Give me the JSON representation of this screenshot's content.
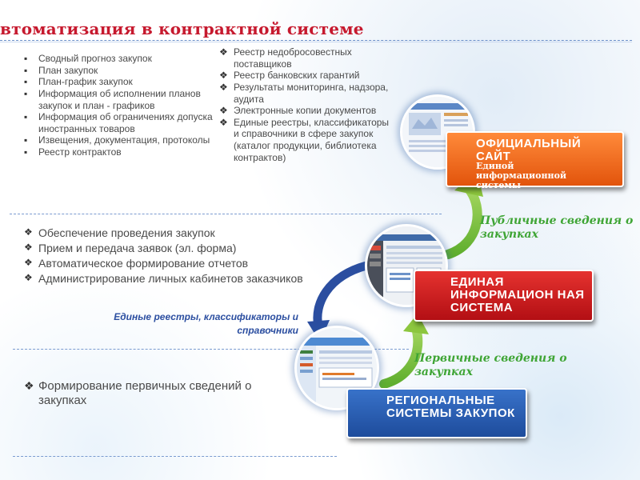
{
  "title": "втоматизация в контрактной системе",
  "list_left_top": [
    "Сводный прогноз закупок",
    "План закупок",
    "План-график закупок",
    "Информация об исполнении планов закупок и план - графиков",
    "Информация об ограничениях допуска иностранных товаров",
    "Извещения, документация, протоколы",
    "Реестр контрактов"
  ],
  "list_right_top": [
    "Реестр недобросовестных поставщиков",
    "Реестр банковских гарантий",
    "Результаты мониторинга, надзора, аудита",
    "Электронные копии документов",
    "Единые реестры, классификаторы и справочники в сфере закупок (каталог продукции, библиотека контрактов)"
  ],
  "list_middle": [
    "Обеспечение проведения закупок",
    "Прием и передача заявок (эл. форма)",
    "Автоматическое формирование отчетов",
    "Администрирование личных кабинетов заказчиков"
  ],
  "list_bottom": [
    "Формирование первичных сведений о закупках"
  ],
  "boxes": {
    "official_main": "ОФИЦИАЛЬНЫЙ САЙТ",
    "official_sub": "Единой информационной системы",
    "eis": "ЕДИНАЯ ИНФОРМАЦИОН НАЯ СИСТЕМА",
    "regional": "РЕГИОНАЛЬНЫЕ СИСТЕМЫ ЗАКУПОК"
  },
  "labels": {
    "public": "Публичные сведения о закупках",
    "primary": "Первичные сведения о закупках",
    "registries": "Единые реестры, классификаторы и справочники"
  },
  "colors": {
    "title": "#c6192e",
    "orange": "#f26b1d",
    "red": "#d1201f",
    "blue": "#2a5fb5",
    "green_label": "#3fa535",
    "green_arrow": "#8cc63e",
    "blue_arrow": "#2b4ea0"
  }
}
